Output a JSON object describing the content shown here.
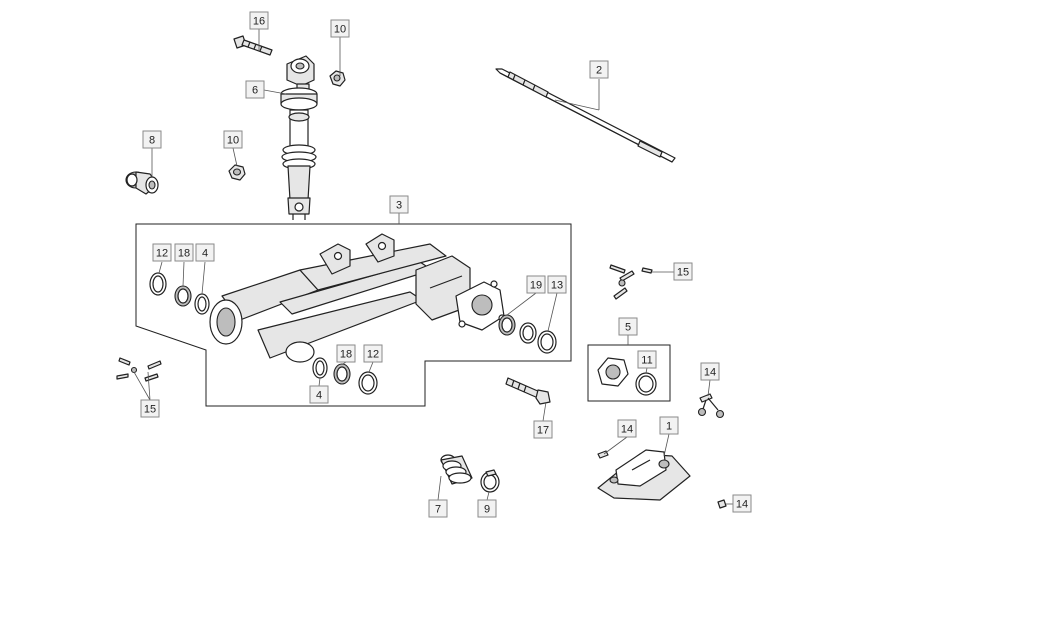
{
  "diagram": {
    "callouts": [
      {
        "id": "c16",
        "label": "16"
      },
      {
        "id": "c10a",
        "label": "10"
      },
      {
        "id": "c6",
        "label": "6"
      },
      {
        "id": "c10b",
        "label": "10"
      },
      {
        "id": "c8",
        "label": "8"
      },
      {
        "id": "c2",
        "label": "2"
      },
      {
        "id": "c3",
        "label": "3"
      },
      {
        "id": "c12a",
        "label": "12"
      },
      {
        "id": "c18a",
        "label": "18"
      },
      {
        "id": "c4a",
        "label": "4"
      },
      {
        "id": "c19",
        "label": "19"
      },
      {
        "id": "c13",
        "label": "13"
      },
      {
        "id": "c4b",
        "label": "4"
      },
      {
        "id": "c18b",
        "label": "18"
      },
      {
        "id": "c12b",
        "label": "12"
      },
      {
        "id": "c15a",
        "label": "15"
      },
      {
        "id": "c15b",
        "label": "15"
      },
      {
        "id": "c5",
        "label": "5"
      },
      {
        "id": "c11",
        "label": "11"
      },
      {
        "id": "c14a",
        "label": "14"
      },
      {
        "id": "c14b",
        "label": "14"
      },
      {
        "id": "c1",
        "label": "1"
      },
      {
        "id": "c14c",
        "label": "14"
      },
      {
        "id": "c17",
        "label": "17"
      },
      {
        "id": "c7",
        "label": "7"
      },
      {
        "id": "c9",
        "label": "9"
      }
    ]
  }
}
